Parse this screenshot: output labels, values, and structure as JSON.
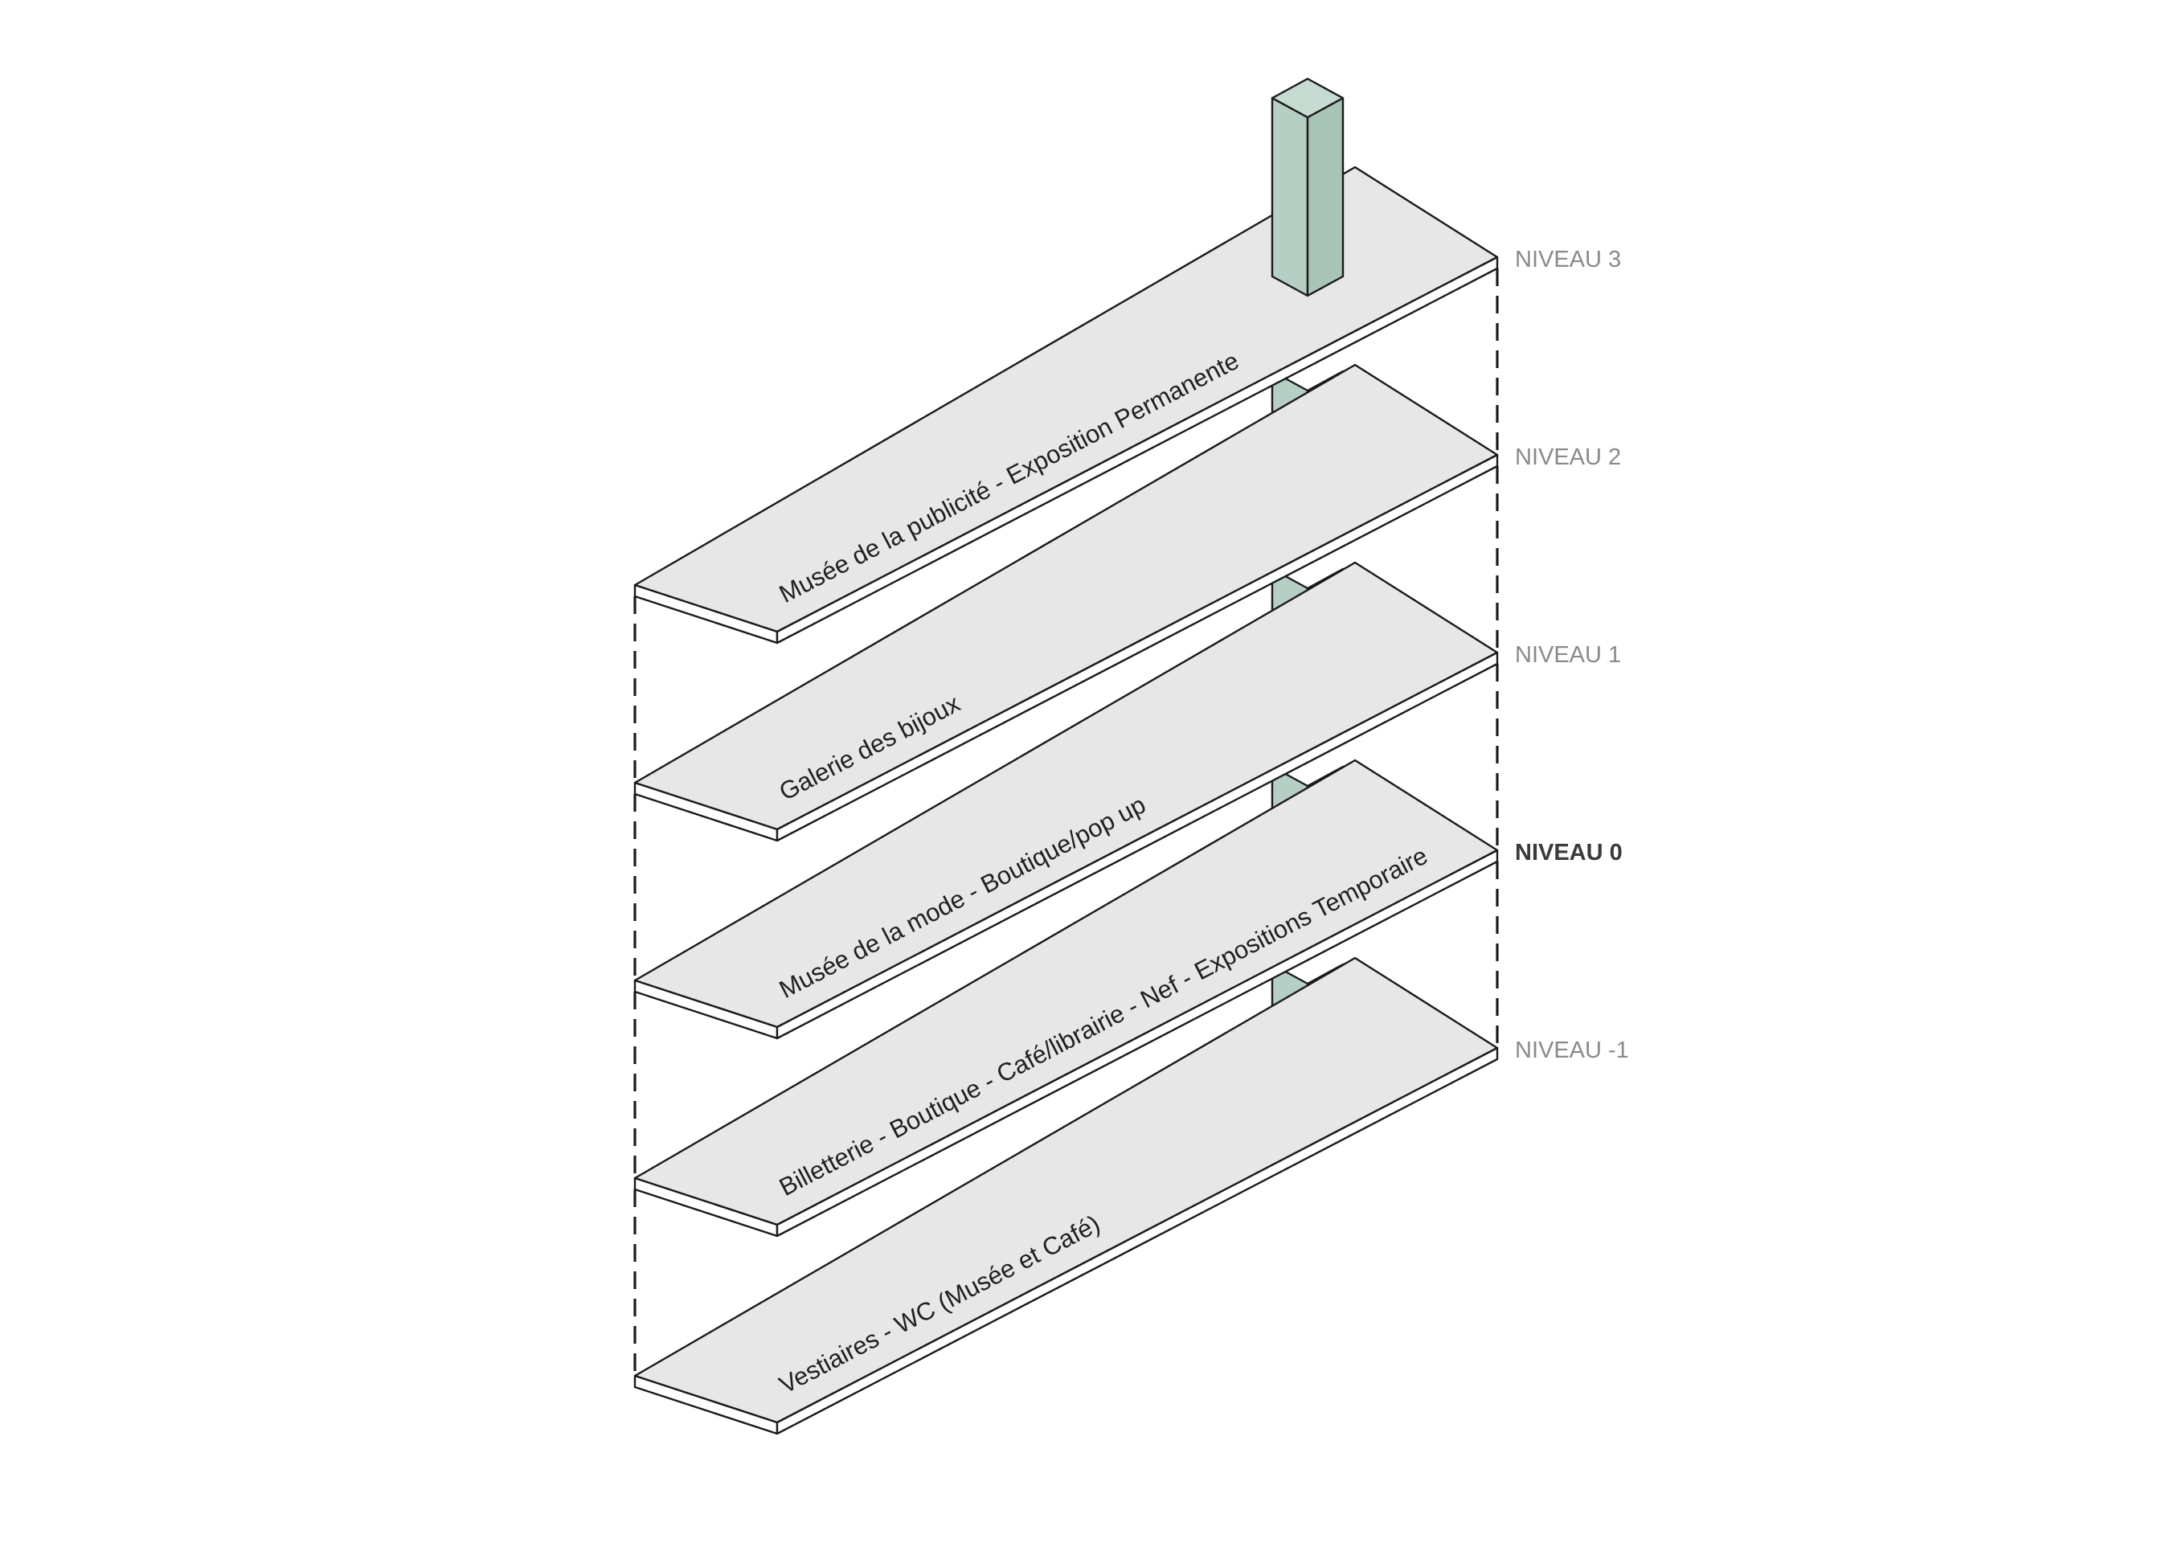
{
  "colors": {
    "slab_top": "#e7e7e7",
    "slab_edge": "#ffffff",
    "column": "#b6cfc4",
    "column_dark": "#a7c4b7",
    "line": "#1a1a1a",
    "level_label_muted": "#8a8a8a",
    "level_label_active": "#3a3a3a"
  },
  "floors": [
    {
      "id": "niveau-3",
      "level_label": "NIVEAU 3",
      "zone_label": "Musée de la publicité - Exposition Permanente",
      "active": false,
      "column_above": true
    },
    {
      "id": "niveau-2",
      "level_label": "NIVEAU 2",
      "zone_label": "Galerie des bijoux",
      "active": false,
      "column_above": false
    },
    {
      "id": "niveau-1",
      "level_label": "NIVEAU 1",
      "zone_label": "Musée de la mode - Boutique/pop up",
      "active": false,
      "column_above": false
    },
    {
      "id": "niveau-0",
      "level_label": "NIVEAU 0",
      "zone_label": "Billetterie - Boutique - Café/librairie -  Nef - Expositions Temporaire",
      "active": true,
      "column_above": false
    },
    {
      "id": "niveau-moins-1",
      "level_label": "NIVEAU -1",
      "zone_label": "Vestiaires - WC (Musée et Café)",
      "active": false,
      "column_above": false
    }
  ]
}
